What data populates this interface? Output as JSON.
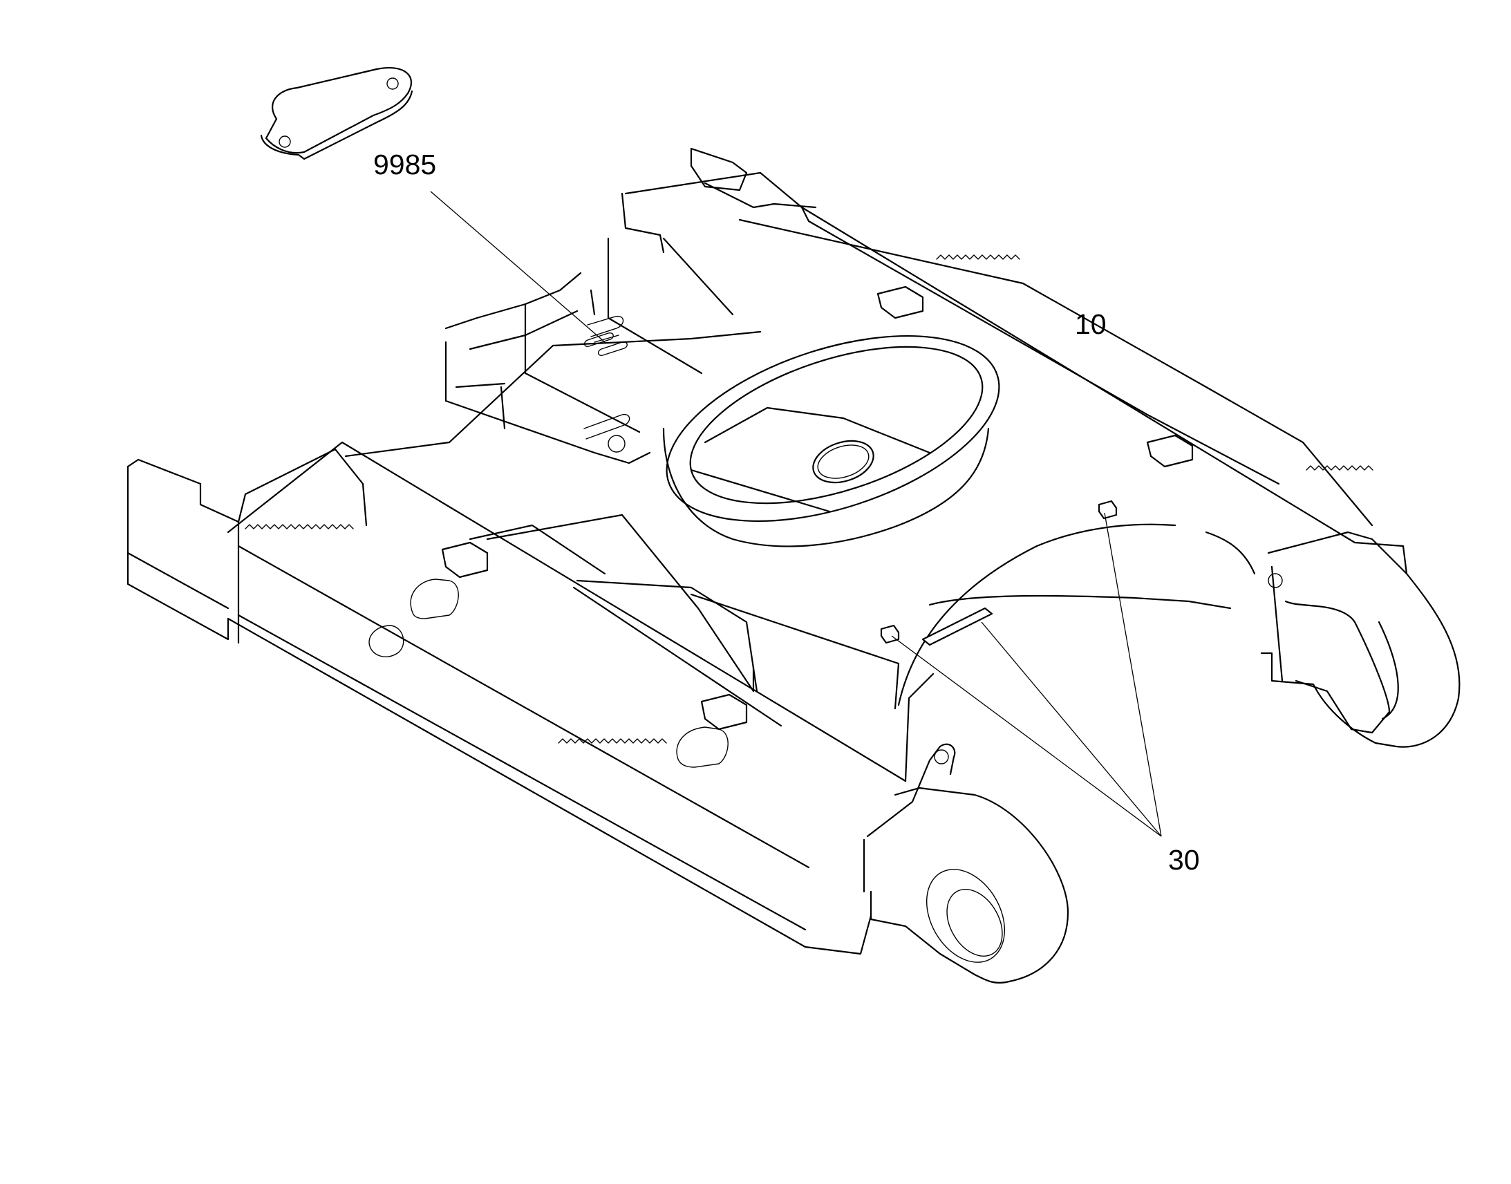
{
  "callouts": {
    "cover": "9985",
    "frame": "10",
    "pads": "30"
  },
  "colors": {
    "line": "#000000",
    "background": "#ffffff"
  }
}
